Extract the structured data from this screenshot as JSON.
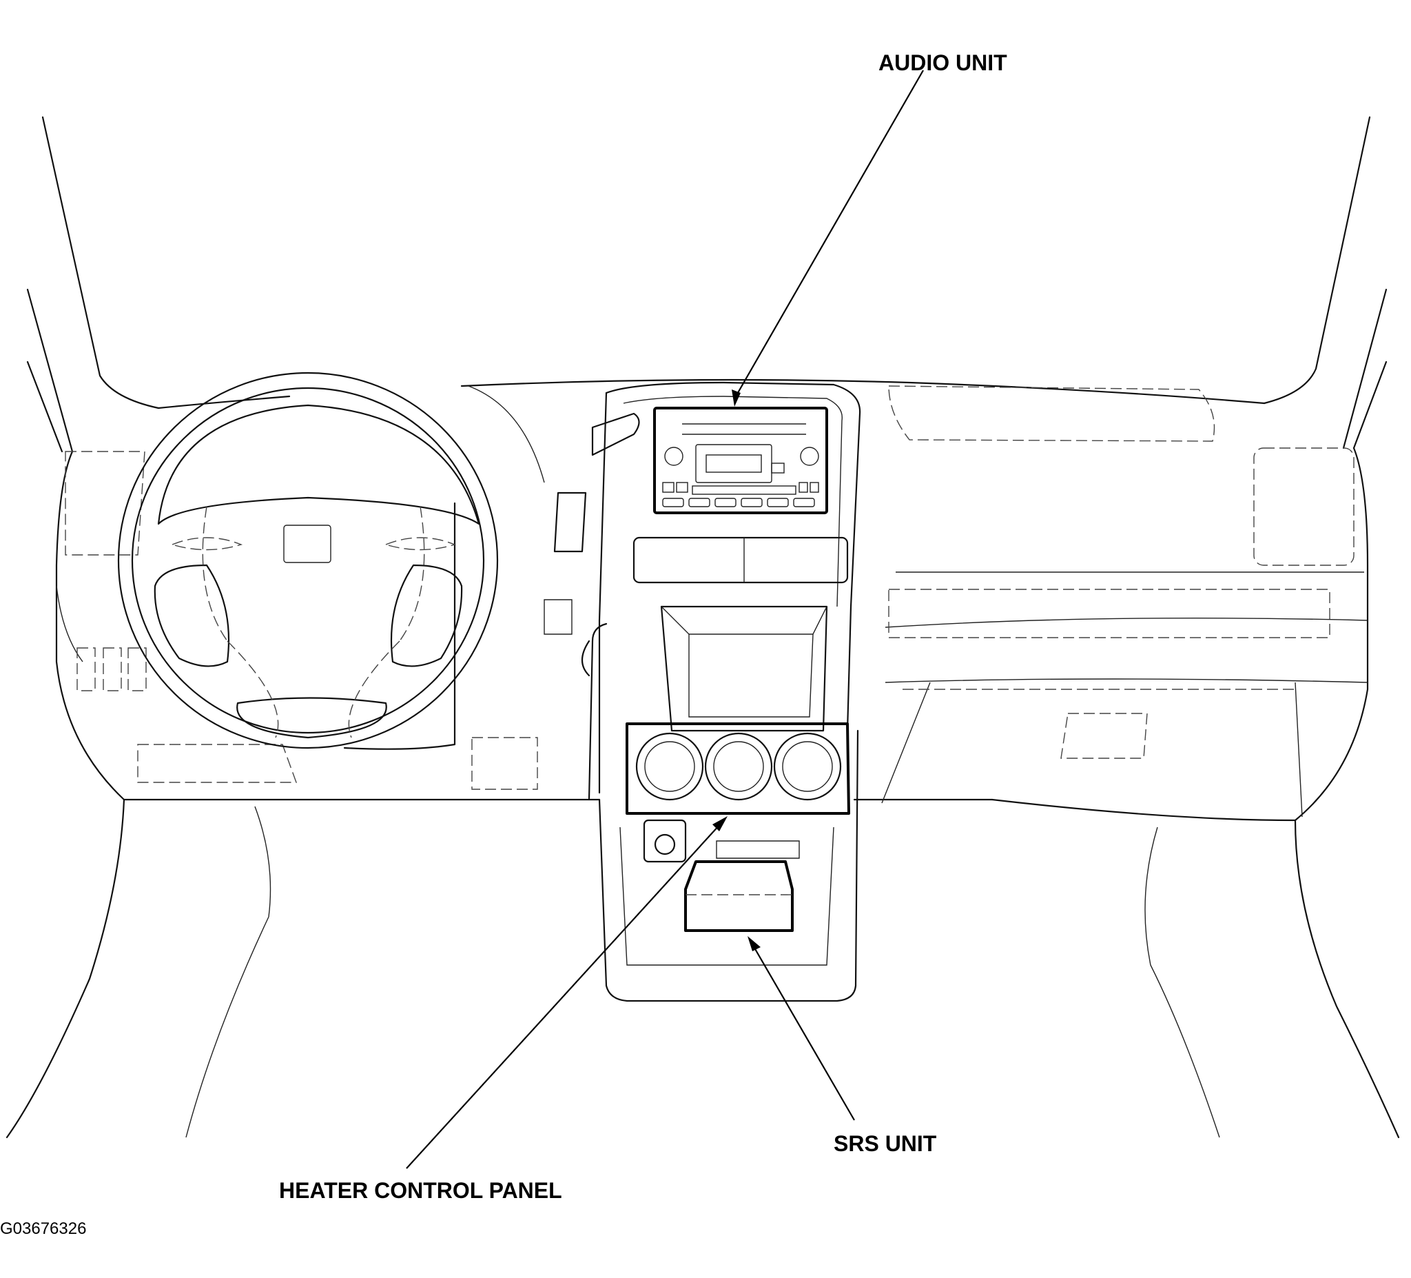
{
  "callouts": {
    "audio_unit": "AUDIO UNIT",
    "heater_control_panel": "HEATER CONTROL PANEL",
    "srs_unit": "SRS UNIT"
  },
  "figure_id": "G03676326"
}
